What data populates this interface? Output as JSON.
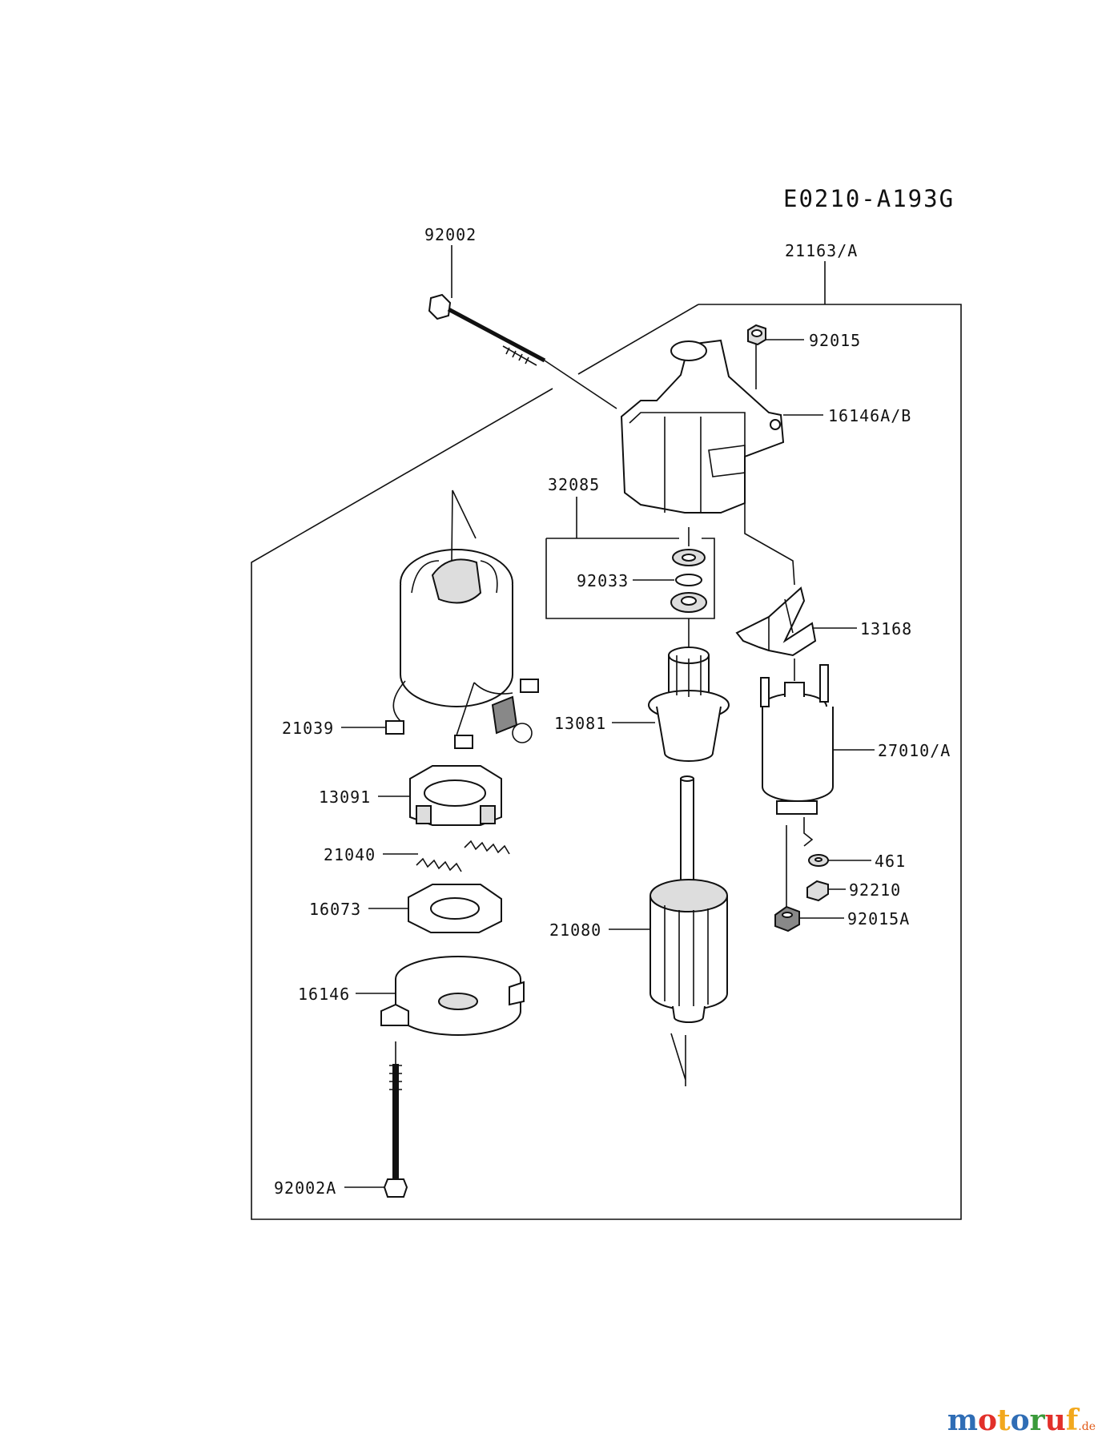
{
  "diagram_code": "E0210-A193G",
  "labels": {
    "p92002": "92002",
    "p21163": "21163/A",
    "p92015": "92015",
    "p16146ab": "16146A/B",
    "p32085": "32085",
    "p92033": "92033",
    "p13168": "13168",
    "p13081": "13081",
    "p27010": "27010/A",
    "p21039": "21039",
    "p13091": "13091",
    "p21040": "21040",
    "p461": "461",
    "p92210": "92210",
    "p16073": "16073",
    "p21080": "21080",
    "p92015a": "92015A",
    "p16146": "16146",
    "p92002a": "92002A"
  },
  "watermark": {
    "letters": [
      "m",
      "o",
      "t",
      "o",
      "r",
      "u",
      "f"
    ],
    "colors": [
      "#2f6db5",
      "#e2302a",
      "#f2a81d",
      "#2f6db5",
      "#3a9a3a",
      "#e2302a",
      "#f2a81d"
    ],
    "domain": ".de"
  }
}
